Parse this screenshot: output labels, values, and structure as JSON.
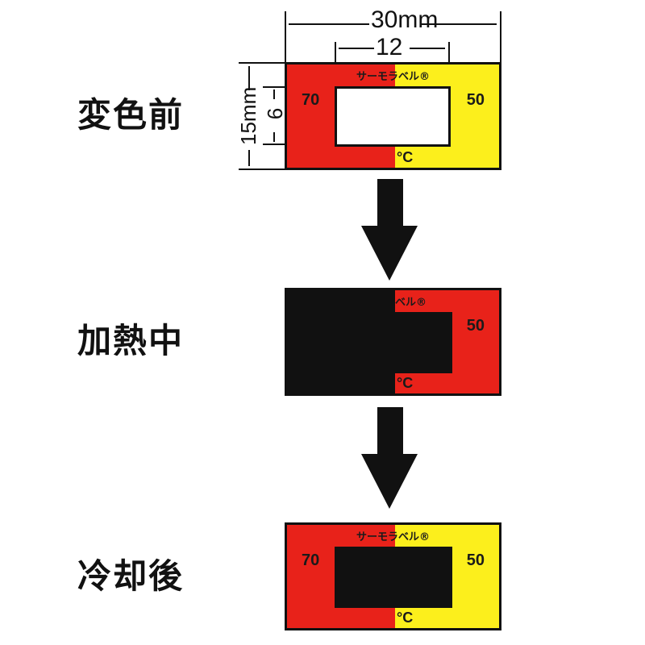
{
  "dimensions": {
    "width_label": "30mm",
    "window_width_label": "12",
    "height_label": "15mm",
    "window_height_label": "6"
  },
  "stages": [
    {
      "id": "before",
      "label": "変色前",
      "brand": "サーモラベル®",
      "temp_high": "70",
      "temp_low": "50",
      "unit": "°C",
      "state": "window white (not triggered)"
    },
    {
      "id": "heating",
      "label": "加熱中",
      "brand": "ベル®",
      "temp_high": "",
      "temp_low": "50",
      "unit": "°C",
      "state": "left half and window black"
    },
    {
      "id": "after_cooling",
      "label": "冷却後",
      "brand": "サーモラベル®",
      "temp_high": "70",
      "temp_low": "50",
      "unit": "°C",
      "state": "window black (irreversible)"
    }
  ],
  "colors": {
    "red": "#e8221a",
    "yellow": "#fcef1c",
    "black": "#111111",
    "white": "#ffffff"
  },
  "arrows": [
    {
      "name": "arrow-before-to-heating",
      "direction": "down"
    },
    {
      "name": "arrow-heating-to-after",
      "direction": "down"
    }
  ]
}
